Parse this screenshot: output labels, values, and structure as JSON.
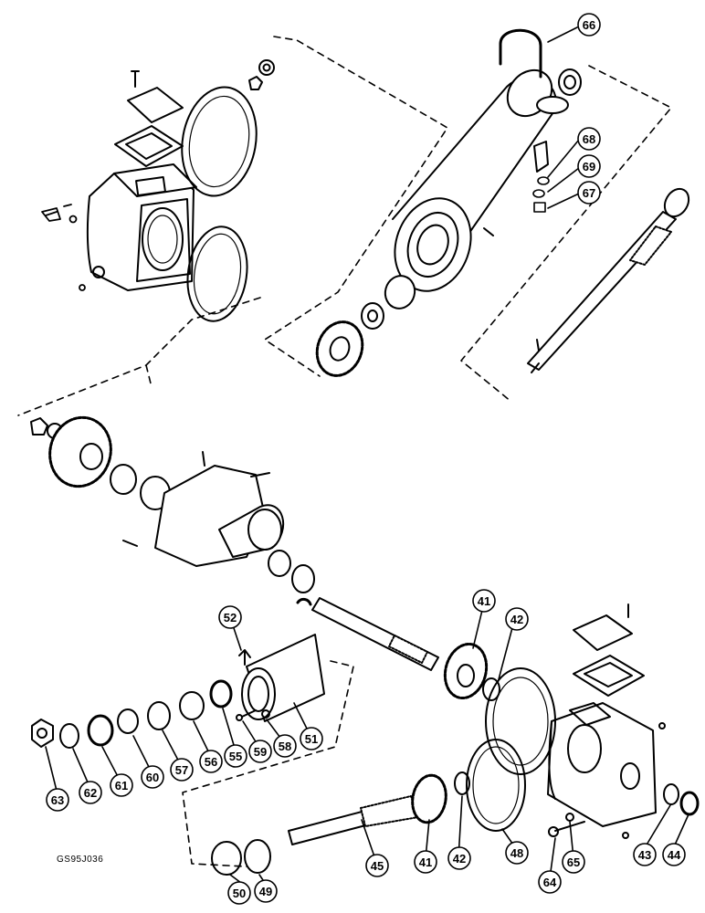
{
  "figure_code": "GS95J036",
  "callouts": {
    "c66": "66",
    "c68": "68",
    "c69": "69",
    "c67": "67",
    "c41a": "41",
    "c42a": "42",
    "c52": "52",
    "c63": "63",
    "c62": "62",
    "c61": "61",
    "c60": "60",
    "c57": "57",
    "c56": "56",
    "c55": "55",
    "c59": "59",
    "c58": "58",
    "c51": "51",
    "c50": "50",
    "c49": "49",
    "c45": "45",
    "c41b": "41",
    "c42b": "42",
    "c48": "48",
    "c64": "64",
    "c65": "65",
    "c43": "43",
    "c44": "44"
  }
}
